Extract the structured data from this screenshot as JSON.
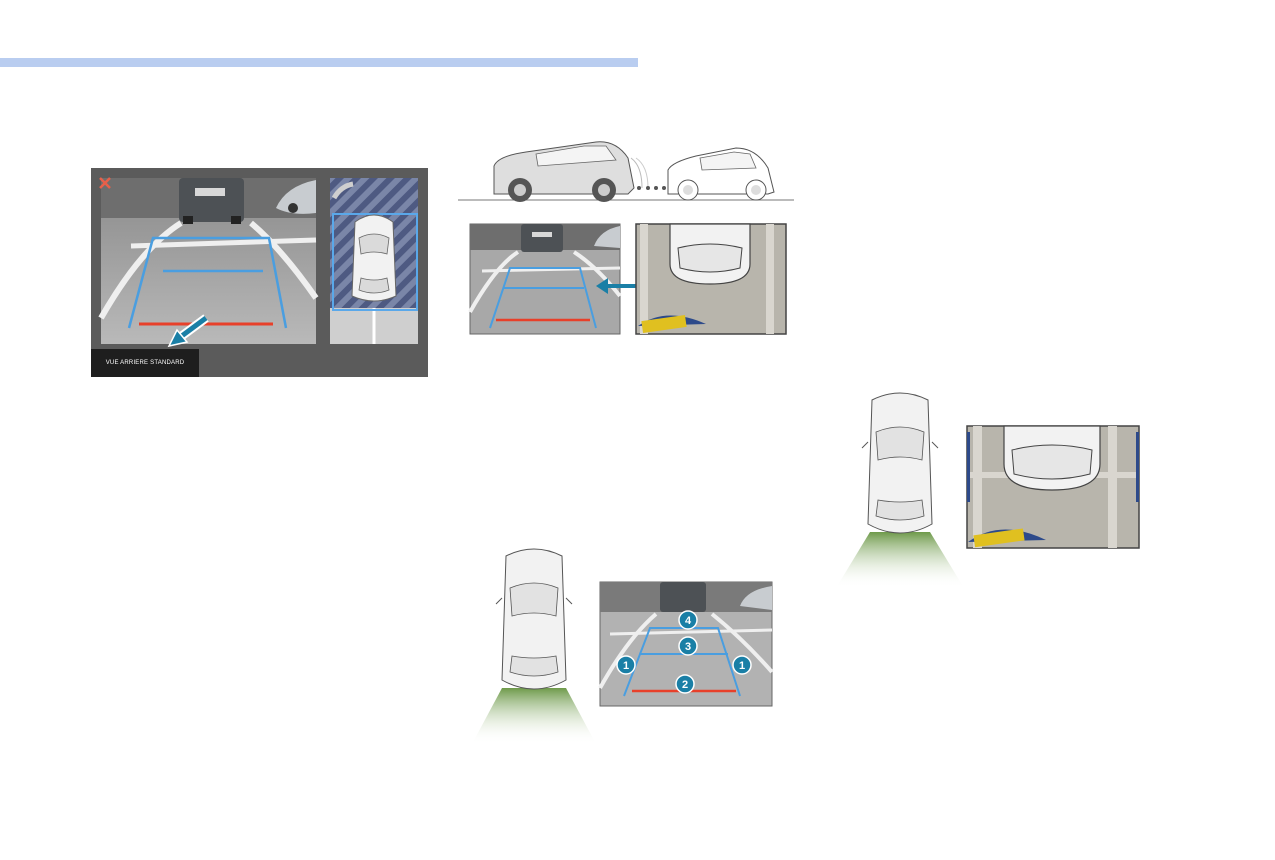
{
  "page": {
    "accent_color": "#b9cdf0",
    "guide_color": "#4a9ee0",
    "stop_line_color": "#e8402a",
    "badge_color": "#1a7fa6",
    "close_icon_color": "#e8604a"
  },
  "camera_screen": {
    "view_label": "VUE ARRIERE STANDARD",
    "icons": [
      "close-icon",
      "arrow-pointer-icon"
    ]
  },
  "zoom_figure": {
    "icons": [
      "double-arrow-icon"
    ]
  },
  "guide_figure": {
    "badges": [
      {
        "label": "4"
      },
      {
        "label": "3"
      },
      {
        "label": "1"
      },
      {
        "label": "2"
      },
      {
        "label": "1"
      }
    ]
  }
}
